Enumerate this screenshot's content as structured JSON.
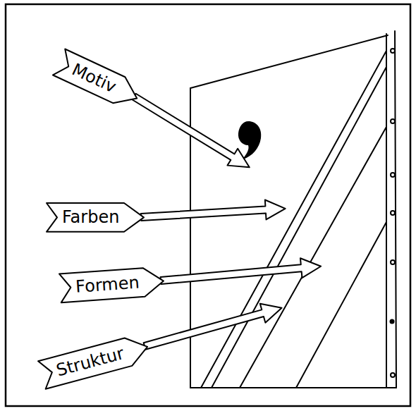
{
  "diagram": {
    "nodes": [
      {
        "text": [
          "Motiv"
        ]
      },
      {
        "text": [
          "Farben"
        ]
      },
      {
        "text": [
          "Formen"
        ]
      },
      {
        "text": [
          "Struktur"
        ]
      }
    ]
  }
}
